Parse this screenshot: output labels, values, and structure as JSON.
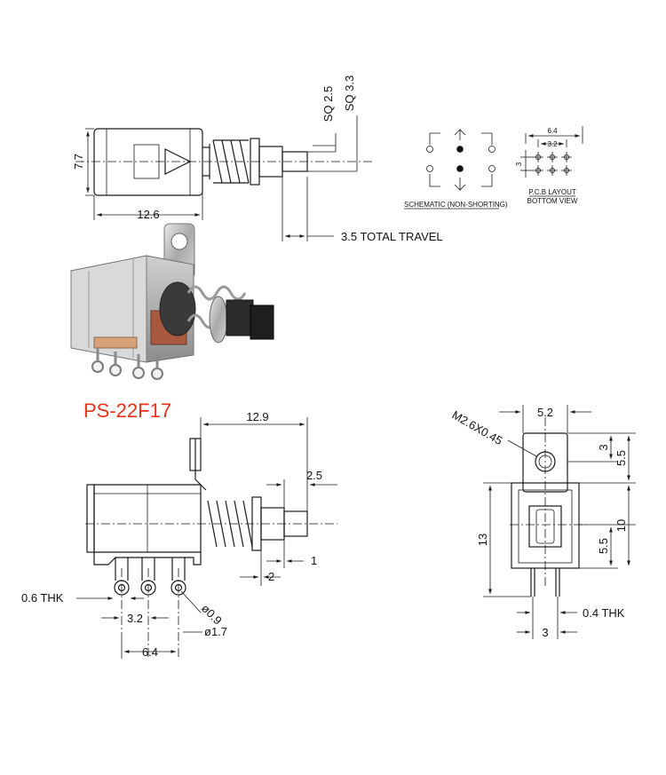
{
  "model": "PS-22F17",
  "colors": {
    "line": "#1a1a1a",
    "model_text": "#e8321e",
    "background": "#ffffff"
  },
  "top_view": {
    "height": "7.7",
    "length": "12.6",
    "sq_small": "SQ 2.5",
    "sq_large": "SQ 3.3",
    "total_travel": "3.5 TOTAL TRAVEL"
  },
  "schematic": {
    "label": "SCHEMATIC (NON-SHORTING)"
  },
  "pcb_layout": {
    "label_line1": "P.C.B LAYOUT",
    "label_line2": "BOTTOM VIEW",
    "width_outer": "6.4",
    "width_inner": "3.2",
    "row_spacing": "3"
  },
  "side_view": {
    "overall_length": "12.9",
    "button_length": "2.5",
    "dim_1": "1",
    "dim_2": "2",
    "thickness": "0.6 THK",
    "pitch_small": "3.2",
    "pitch_large": "6.4",
    "hole_dia": "ø0.9",
    "ring_dia": "ø1.7"
  },
  "front_view": {
    "screw": "M2.6X0.45",
    "bracket_width": "5.2",
    "dim_3": "3",
    "dim_5_5_top": "5.5",
    "height_13": "13",
    "height_10": "10",
    "dim_5_5_bottom": "5.5",
    "pin_thickness": "0.4 THK",
    "pin_spacing": "3"
  }
}
